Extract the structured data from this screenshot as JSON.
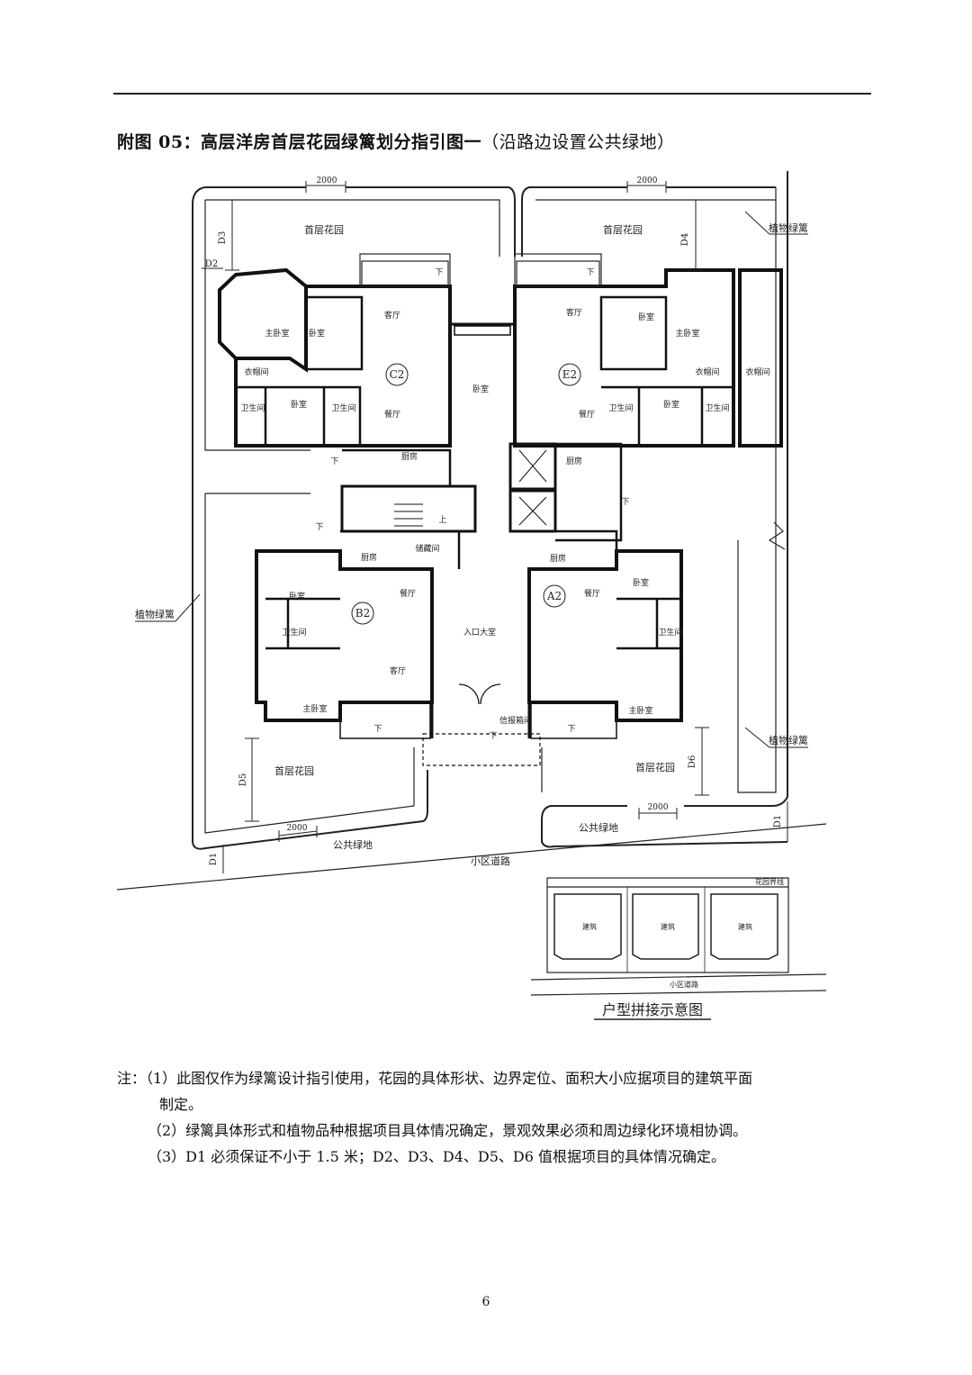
{
  "title": {
    "main": "附图 05：高层洋房首层花园绿篱划分指引图一",
    "sub": "（沿路边设置公共绿地）"
  },
  "plan": {
    "dim_labels": [
      "2000",
      "2000",
      "2000",
      "2000"
    ],
    "distance_labels": [
      "D1",
      "D1",
      "D2",
      "D3",
      "D4",
      "D5",
      "D6"
    ],
    "garden_labels": [
      "首层花园",
      "首层花园",
      "首层花园",
      "首层花园"
    ],
    "hedge_labels": [
      "植物绿篱",
      "植物绿篱",
      "植物绿篱"
    ],
    "public_green": [
      "公共绿地",
      "公共绿地"
    ],
    "road": "小区道路",
    "units": [
      "C2",
      "E2",
      "B2",
      "A2"
    ],
    "rooms": {
      "living": "客厅",
      "master": "主卧室",
      "bedroom": "卧室",
      "closet": "衣帽间",
      "bath": "卫生间",
      "dining": "餐厅",
      "kitchen": "厨房",
      "storage": "储藏间",
      "lobby": "入口大堂",
      "down": "下",
      "up": "上",
      "mailbox": "信报箱间"
    }
  },
  "inset": {
    "boundary": "花园界线",
    "building": "建筑",
    "road": "小区道路",
    "caption": "户型拼接示意图"
  },
  "notes": [
    "注：（1）此图仅作为绿篱设计指引使用，花园的具体形状、边界定位、面积大小应据项目的建筑平面",
    "制定。",
    "（2）绿篱具体形式和植物品种根据项目具体情况确定，景观效果必须和周边绿化环境相协调。",
    "（3）D1 必须保证不小于 1.5 米；D2、D3、D4、D5、D6 值根据项目的具体情况确定。"
  ],
  "page_number": "6"
}
